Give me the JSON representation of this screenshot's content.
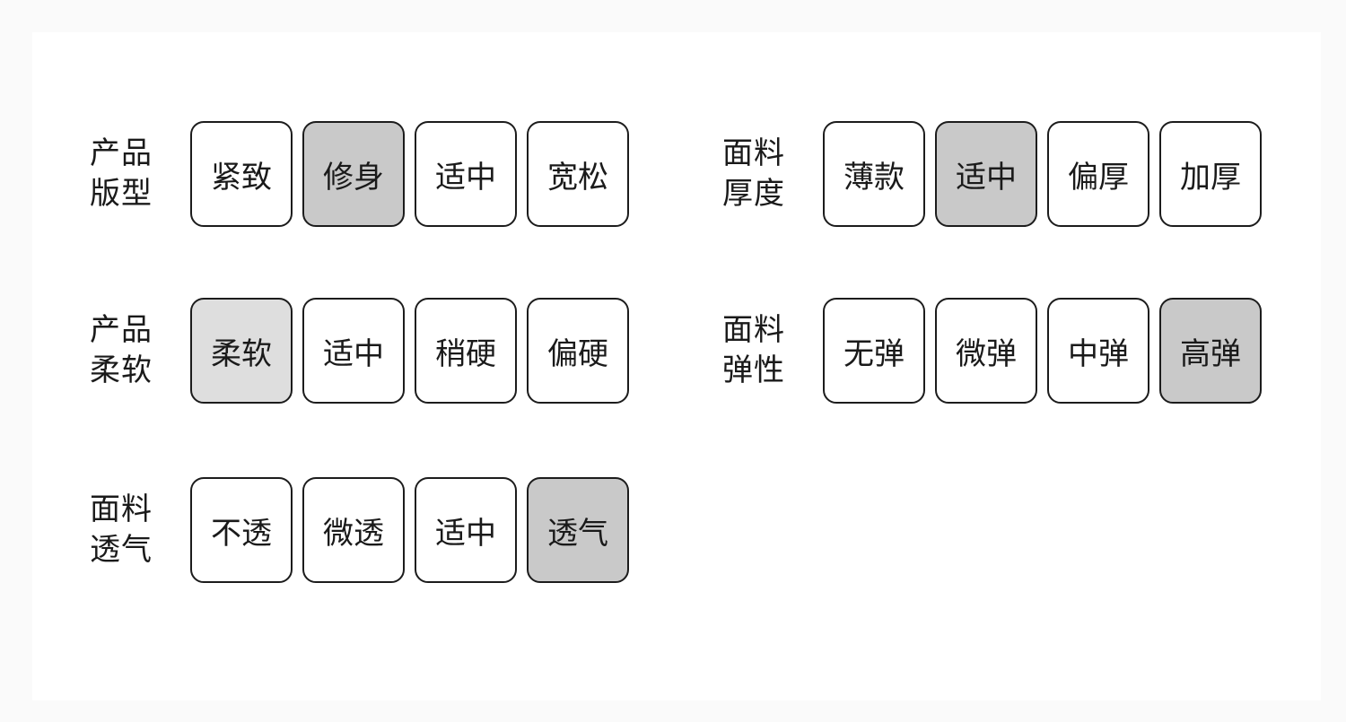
{
  "page": {
    "background": "#fafafa",
    "card_background": "#ffffff"
  },
  "colors": {
    "border": "#1c1c1c",
    "text": "#1a1a1a",
    "selected_fill": "#c9c9c9",
    "selected_fill_soft": "#dedede",
    "unselected_fill": "#ffffff"
  },
  "groups": [
    {
      "id": "product-fit",
      "label_lines": [
        "产品",
        "版型"
      ],
      "column": "left",
      "row": 0,
      "options": [
        {
          "label": "紧致",
          "selected": false
        },
        {
          "label": "修身",
          "selected": true,
          "fill": "#c9c9c9"
        },
        {
          "label": "适中",
          "selected": false
        },
        {
          "label": "宽松",
          "selected": false
        }
      ]
    },
    {
      "id": "fabric-thickness",
      "label_lines": [
        "面料",
        "厚度"
      ],
      "column": "right",
      "row": 0,
      "options": [
        {
          "label": "薄款",
          "selected": false
        },
        {
          "label": "适中",
          "selected": true,
          "fill": "#c9c9c9"
        },
        {
          "label": "偏厚",
          "selected": false
        },
        {
          "label": "加厚",
          "selected": false
        }
      ]
    },
    {
      "id": "product-softness",
      "label_lines": [
        "产品",
        "柔软"
      ],
      "column": "left",
      "row": 1,
      "options": [
        {
          "label": "柔软",
          "selected": true,
          "fill": "#dedede"
        },
        {
          "label": "适中",
          "selected": false
        },
        {
          "label": "稍硬",
          "selected": false
        },
        {
          "label": "偏硬",
          "selected": false
        }
      ]
    },
    {
      "id": "fabric-elasticity",
      "label_lines": [
        "面料",
        "弹性"
      ],
      "column": "right",
      "row": 1,
      "options": [
        {
          "label": "无弹",
          "selected": false
        },
        {
          "label": "微弹",
          "selected": false
        },
        {
          "label": "中弹",
          "selected": false
        },
        {
          "label": "高弹",
          "selected": true,
          "fill": "#c9c9c9"
        }
      ]
    },
    {
      "id": "fabric-breathability",
      "label_lines": [
        "面料",
        "透气"
      ],
      "column": "left",
      "row": 2,
      "options": [
        {
          "label": "不透",
          "selected": false
        },
        {
          "label": "微透",
          "selected": false
        },
        {
          "label": "适中",
          "selected": false
        },
        {
          "label": "透气",
          "selected": true,
          "fill": "#c9c9c9"
        }
      ]
    }
  ]
}
